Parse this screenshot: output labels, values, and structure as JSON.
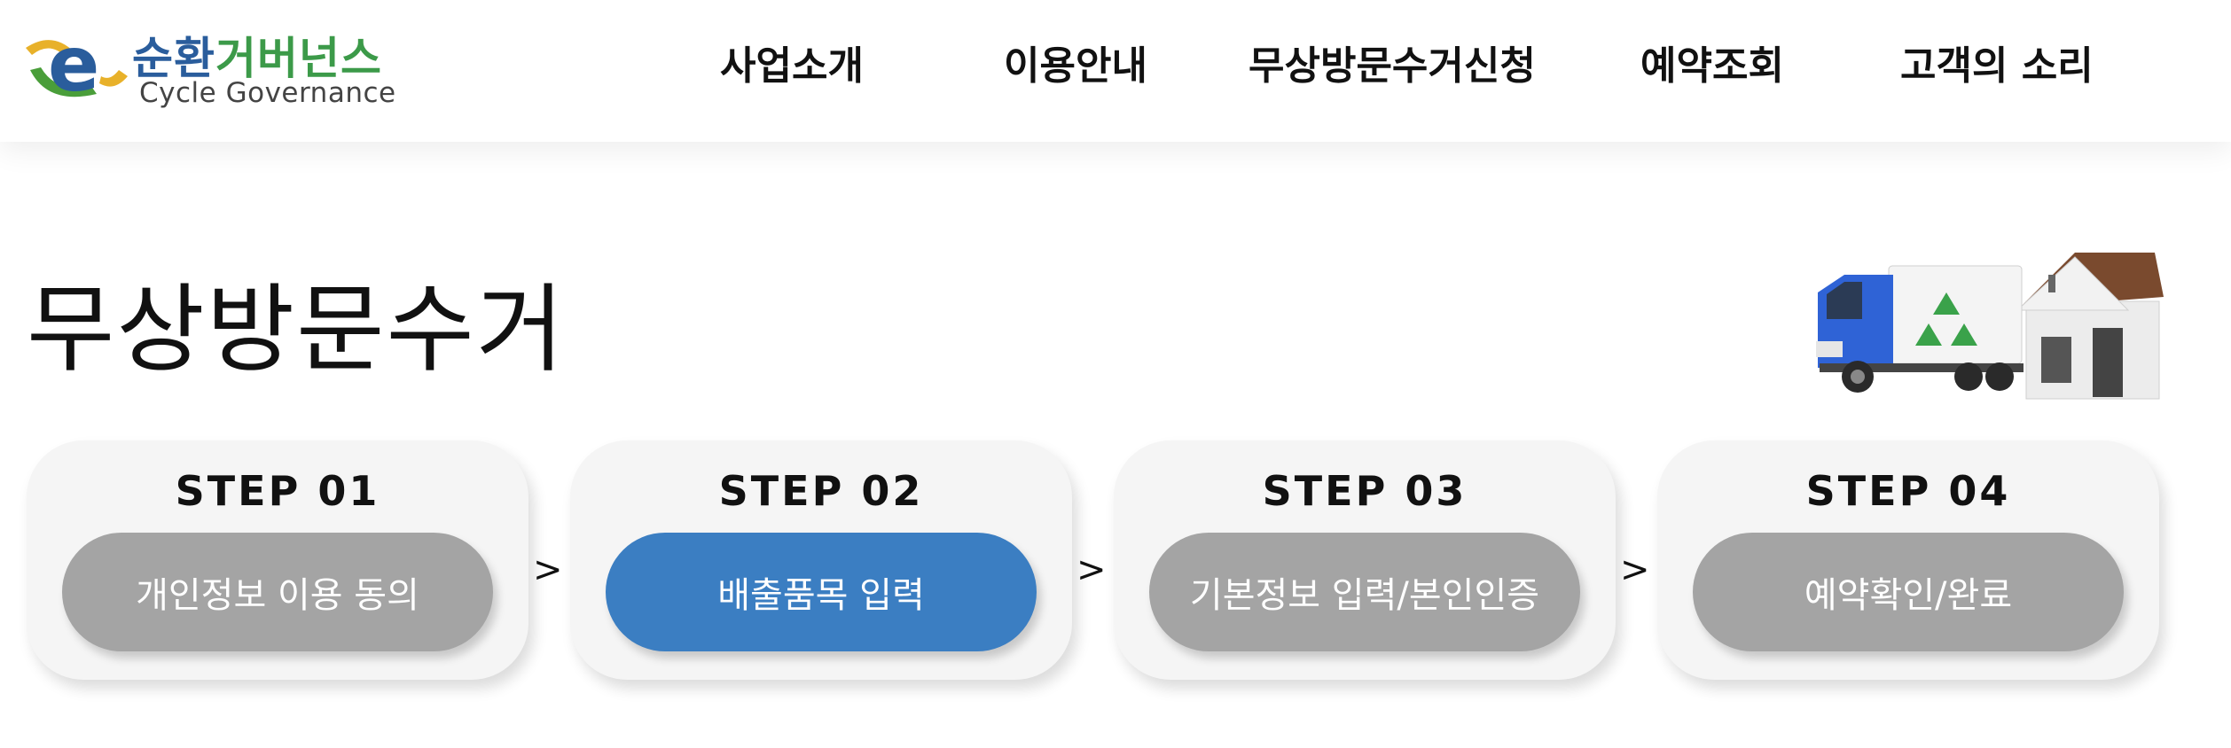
{
  "brand": {
    "name_part1": "순환",
    "name_part2": "거버넌스",
    "name_en": "Cycle Governance",
    "mark_icon": "e-logo-icon"
  },
  "nav": {
    "items": [
      {
        "label": "사업소개"
      },
      {
        "label": "이용안내"
      },
      {
        "label": "무상방문수거신청"
      },
      {
        "label": "예약조회"
      },
      {
        "label": "고객의 소리"
      }
    ]
  },
  "page": {
    "title": "무상방문수거",
    "illustration_icon": "truck-house-illustration"
  },
  "steps": [
    {
      "step": "STEP 01",
      "label": "개인정보 이용 동의",
      "active": false
    },
    {
      "step": "STEP 02",
      "label": "배출품목 입력",
      "active": true
    },
    {
      "step": "STEP 03",
      "label": "기본정보 입력/본인인증",
      "active": false
    },
    {
      "step": "STEP 04",
      "label": "예약확인/완료",
      "active": false
    }
  ],
  "separator_glyph": ">",
  "colors": {
    "active_step": "#3b7ec2",
    "inactive_step": "#a4a4a4",
    "brand_blue": "#2a5d9c",
    "brand_green": "#3c9a49"
  }
}
